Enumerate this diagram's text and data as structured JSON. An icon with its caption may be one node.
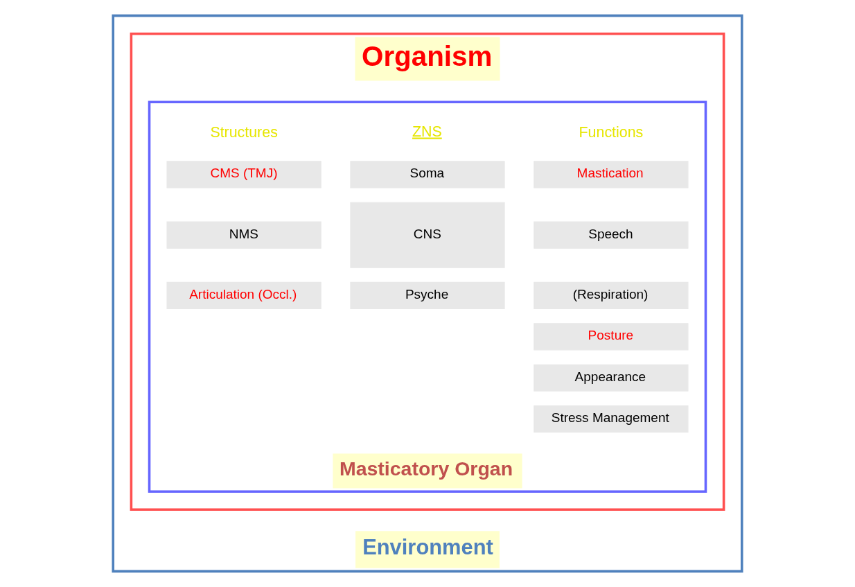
{
  "diagram": {
    "nodes": [
      {
        "text": [
          "Environment"
        ]
      },
      {
        "text": [
          "Organism"
        ],
        "in": 0
      },
      {
        "text": [
          "Masticatory Organ"
        ],
        "in": 1
      },
      {
        "text": [
          "CMS (TMJ)"
        ],
        "in": 2
      },
      {
        "text": [
          "NMS"
        ],
        "in": 2
      },
      {
        "text": [
          "Articulation (Occl.)"
        ],
        "in": 2
      },
      {
        "text": [
          "Mastication"
        ],
        "in": 2
      },
      {
        "text": [
          "Speech"
        ],
        "in": 2
      },
      {
        "text": [
          "(Respiration)"
        ],
        "in": 2
      },
      {
        "text": [
          "Posture"
        ],
        "in": 2
      },
      {
        "text": [
          "Appearance"
        ],
        "in": 2
      },
      {
        "text": [
          "Stress Management"
        ],
        "in": 2
      },
      {
        "text": [
          "Soma"
        ],
        "in": 2
      },
      {
        "text": [
          "CNS"
        ],
        "in": 2
      },
      {
        "text": [
          "Psyche"
        ],
        "in": 2
      }
    ],
    "edges": [],
    "labels": [
      "Functions",
      "ZNS",
      "Structures"
    ]
  }
}
